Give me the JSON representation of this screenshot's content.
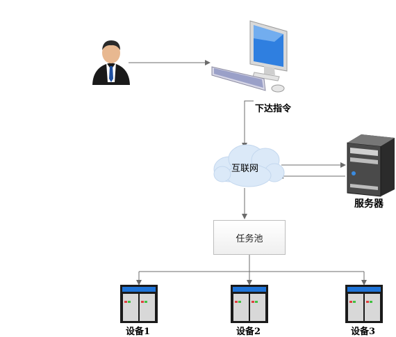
{
  "diagram": {
    "command_label": "下达指令",
    "internet_label": "互联网",
    "server_label": "服务器",
    "task_pool_label": "任务池",
    "devices": [
      {
        "label": "设备1"
      },
      {
        "label": "设备2"
      },
      {
        "label": "设备3"
      }
    ]
  },
  "colors": {
    "arrow": "#6b6b6b",
    "monitor_screen": "#2f7fe0",
    "person_suit": "#1a1a1a",
    "device_header": "#1f74d8"
  }
}
